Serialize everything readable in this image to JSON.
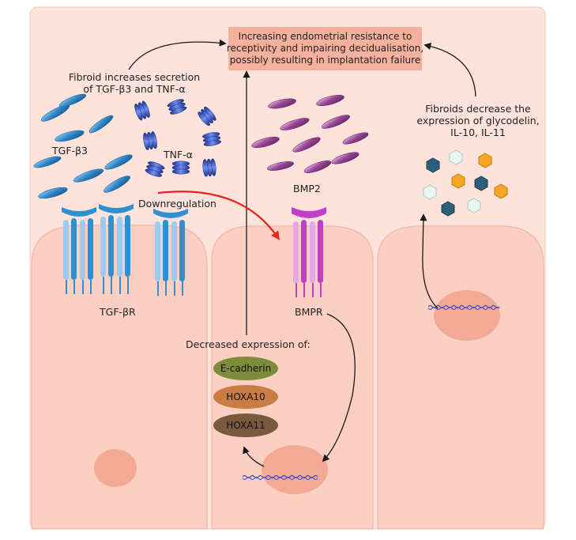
{
  "banner": {
    "line1": "Increasing endometrial resistance to",
    "line2": "receptivity and impairing decidualisation,",
    "line3": "possibly resulting in implantation failure"
  },
  "left_caption": {
    "line1": "Fibroid increases secretion",
    "line2": "of TGF-β3 and TNF-α"
  },
  "right_caption": {
    "line1": "Fibroids decrease the",
    "line2": "expression of glycodelin,",
    "line3": "IL-10, IL-11"
  },
  "labels": {
    "tgf_b3": "TGF-β3",
    "tnf_a": "TNF-α",
    "bmp2": "BMP2",
    "downregulation": "Downregulation",
    "tgf_br": "TGF-βR",
    "bmpr": "BMPR",
    "decreased_expression": "Decreased expression of:"
  },
  "genes": [
    {
      "label": "E-cadherin",
      "color": "#7c8c3b"
    },
    {
      "label": "HOXA10",
      "color": "#c97c43"
    },
    {
      "label": "HOXA11",
      "color": "#7a5a3e"
    }
  ],
  "colors": {
    "background": "#fde3dc",
    "cell": "#fbd0c3",
    "nucleus": "#f4a995",
    "tgf_b3": "#2f86c6",
    "tnf_a": "#2f4fb8",
    "bmp2": "#8e3d8c",
    "receptor_blue": "#2e8fd1",
    "receptor_magenta": "#c13fc7",
    "downregulation_arrow": "#e8231c"
  }
}
